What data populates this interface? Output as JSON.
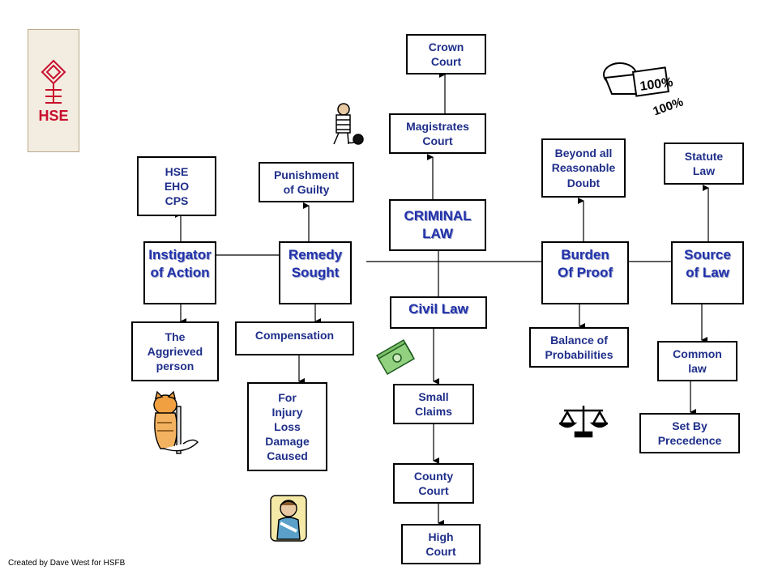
{
  "credit": "Created by Dave West for HSFB",
  "logo": {
    "text": "HSE",
    "color": "#c8102e"
  },
  "colors": {
    "text": "#1f2f8a",
    "border": "#000000"
  },
  "nodes": {
    "crown_court": "Crown\nCourt",
    "magistrates_court": "Magistrates\nCourt",
    "criminal_law": "CRIMINAL\nLAW",
    "civil_law": "Civil Law",
    "small_claims": "Small\nClaims",
    "county_court": "County\nCourt",
    "high_court": "High\nCourt",
    "hse_eho_cps": "HSE\nEHO\nCPS",
    "instigator": "Instigator\nof Action",
    "aggrieved": "The\nAggrieved\nperson",
    "punishment": "Punishment\nof Guilty",
    "remedy": "Remedy\nSought",
    "compensation": "Compensation",
    "injury": "For\nInjury\nLoss\nDamage\nCaused",
    "beyond_doubt": "Beyond all\nReasonable\nDoubt",
    "burden": "Burden\nOf Proof",
    "balance": "Balance of\nProbabilities",
    "statute": "Statute\nLaw",
    "source": "Source\nof Law",
    "common_law": "Common\nlaw",
    "precedence": "Set By\nPrecedence"
  },
  "clipart": {
    "stamp": {
      "icon": "stamp-100-percent-icon",
      "text_top": "100%",
      "text_bottom": "100%"
    },
    "prisoner": {
      "icon": "prisoner-with-ball-and-chain-icon"
    },
    "money": {
      "icon": "money-stack-icon"
    },
    "scales": {
      "icon": "scales-of-justice-icon"
    },
    "cat": {
      "icon": "injured-cat-icon"
    },
    "man": {
      "icon": "injured-man-icon"
    }
  }
}
